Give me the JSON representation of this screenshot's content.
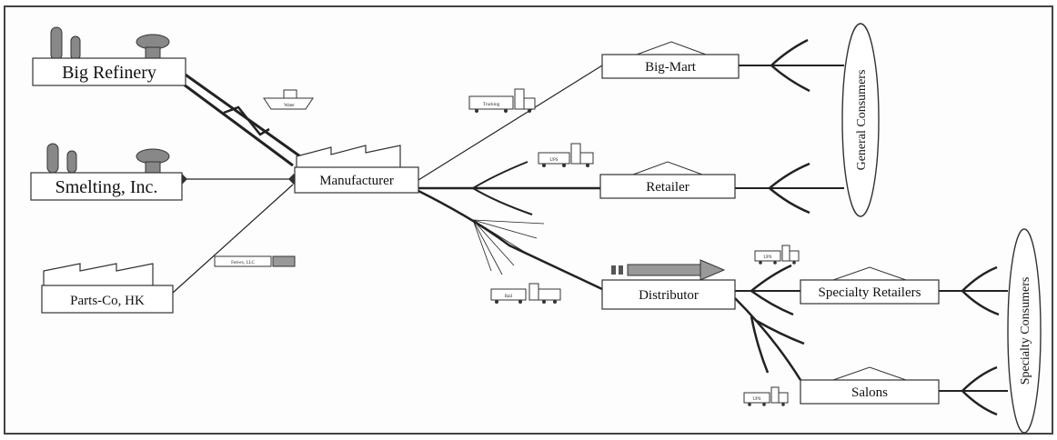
{
  "nodes": {
    "big_refinery": "Big Refinery",
    "smelting": "Smelting, Inc.",
    "parts_co": "Parts-Co, HK",
    "manufacturer": "Manufacturer",
    "big_mart": "Big-Mart",
    "retailer": "Retailer",
    "distributor": "Distributor",
    "specialty_retailers": "Specialty Retailers",
    "salons": "Salons",
    "general_consumers": "General Consumers",
    "specialty_consumers": "Specialty Consumers"
  },
  "transport": {
    "water": "Water",
    "trucking": "Trucking",
    "ups_1": "UPS",
    "rail": "Rail",
    "freight": "Fed-ex, LLC",
    "ups_2": "UPS",
    "ups_3": "UPS"
  }
}
